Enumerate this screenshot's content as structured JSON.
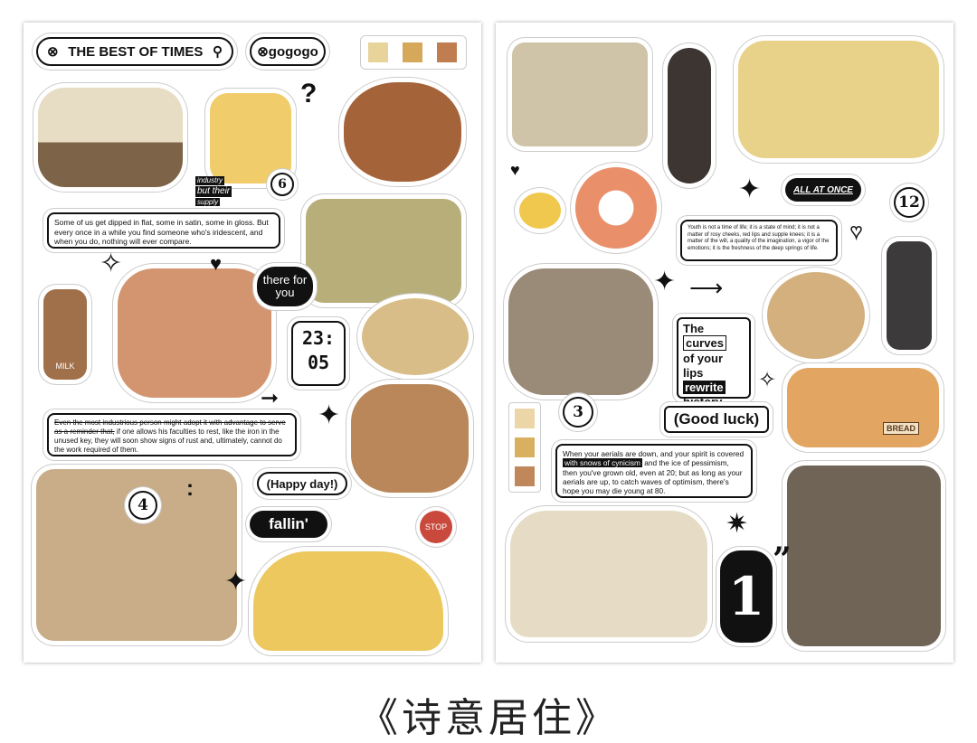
{
  "left_sheet": {
    "search_pill": "THE BEST OF TIMES",
    "gogogo_pill": "gogogo",
    "question": "?",
    "num6": "6",
    "quote1": "Some of us get dipped in flat, some in satin, some in gloss. But every once in a while you find someone who's iridescent, and when you do, nothing will ever compare.",
    "tag_industry": "industry",
    "tag_but_their": "but their",
    "tag_supply": "supply",
    "there_for_you": "there for you",
    "clock": "23:\n05",
    "milk": "MILK",
    "quote2_strike": "Even the most industrious person might adopt it with advantage to serve as a reminder that,",
    "quote2_rest": " if one allows his faculties to rest, like the iron in the unused key, they will soon show signs of rust and, ultimately, cannot do the work required of them.",
    "num4": "4",
    "colon": ":",
    "happy_day": "(Happy day!)",
    "fallin": "fallin'",
    "stop": "STOP",
    "swatches": [
      "#e8d49a",
      "#d6a85a",
      "#c07e50"
    ]
  },
  "right_sheet": {
    "all_at_once": "ALL AT ONCE",
    "num12": "12",
    "quote3": "Youth is not a time of life; it is a state of mind; it is not a matter of rosy cheeks, red lips and supple knees; it is a matter of the will, a quality of the imagination, a vigor of the emotions; it is the freshness of the deep springs of life.",
    "curves_1": "The ",
    "curves_hl": "curves",
    "curves_2": "of your lips",
    "curves_hl2": "rewrite",
    "curves_3": "history.",
    "num3": "3",
    "good_luck": "(Good luck)",
    "quote4_a": "When your aerials are down, and your spirit is covered ",
    "quote4_hl": "with snows of cynicism",
    "quote4_b": " and the ice of pessimism, then you've grown old, even at 20; but as long as your aerials are up, to catch waves of optimism, there's hope you may die young at 80.",
    "big1": "1",
    "quote_mark": "”",
    "bread": "BREAD",
    "swatches": [
      "#ecd6a8",
      "#d9b060",
      "#c0885a"
    ]
  },
  "caption": "《诗意居住》"
}
